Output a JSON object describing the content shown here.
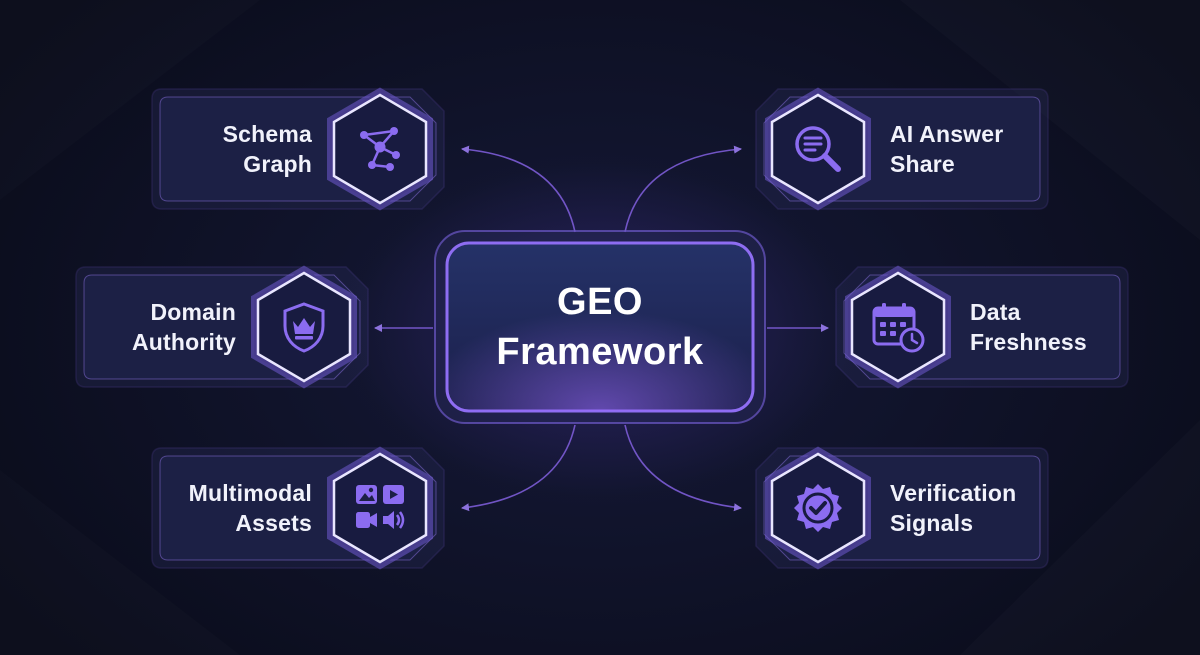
{
  "center": {
    "title_line1": "GEO",
    "title_line2": "Framework"
  },
  "nodes": [
    {
      "id": "schema-graph",
      "line1": "Schema",
      "line2": "Graph",
      "icon": "network-graph-icon",
      "side": "left"
    },
    {
      "id": "domain-authority",
      "line1": "Domain",
      "line2": "Authority",
      "icon": "shield-crown-icon",
      "side": "left"
    },
    {
      "id": "multimodal-assets",
      "line1": "Multimodal",
      "line2": "Assets",
      "icon": "media-grid-icon",
      "side": "left"
    },
    {
      "id": "ai-answer-share",
      "line1": "AI Answer",
      "line2": "Share",
      "icon": "search-document-icon",
      "side": "right"
    },
    {
      "id": "data-freshness",
      "line1": "Data",
      "line2": "Freshness",
      "icon": "calendar-clock-icon",
      "side": "right"
    },
    {
      "id": "verification-signals",
      "line1": "Verification",
      "line2": "Signals",
      "icon": "verified-badge-icon",
      "side": "right"
    }
  ],
  "colors": {
    "background": "#0b0d1d",
    "accent": "#8b5cf6",
    "accent_light": "#a78bfa",
    "card_fill": "#1d2142",
    "text": "#f1f2fb"
  }
}
